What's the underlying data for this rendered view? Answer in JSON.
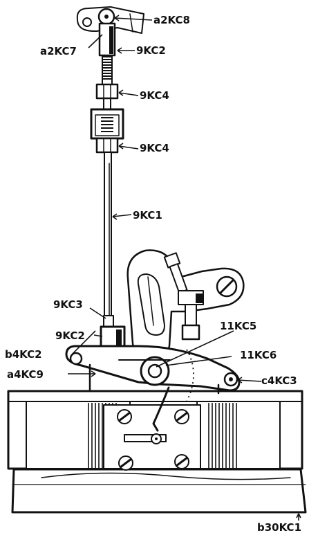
{
  "diagram": {
    "labels": {
      "a2KC8": "a2KC8",
      "a2KC7": "a2KC7",
      "9KC2_top": "9KC2",
      "9KC4_upper": "9KC4",
      "9KC4_lower": "9KC4",
      "9KC1": "9KC1",
      "9KC3": "9KC3",
      "9KC2_lower": "9KC2",
      "b4KC2": "b4KC2",
      "a4KC9": "a4KC9",
      "11KC5": "11KC5",
      "11KC6": "11KC6",
      "c4KC3": "c4KC3",
      "b30KC1": "b30KC1"
    }
  }
}
